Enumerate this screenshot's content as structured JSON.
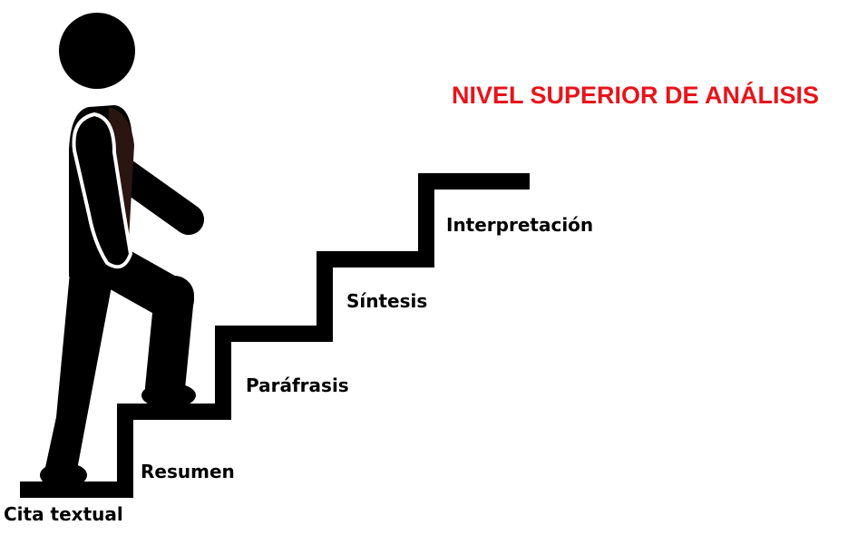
{
  "title": "NIVEL SUPERIOR DE ANÁLISIS",
  "steps": [
    "Cita textual",
    "Resumen",
    "Paráfrasis",
    "Síntesis",
    "Interpretación"
  ],
  "colors": {
    "title": "#e8141b",
    "figure": "#000000",
    "stairs": "#000000",
    "label": "#000000"
  }
}
